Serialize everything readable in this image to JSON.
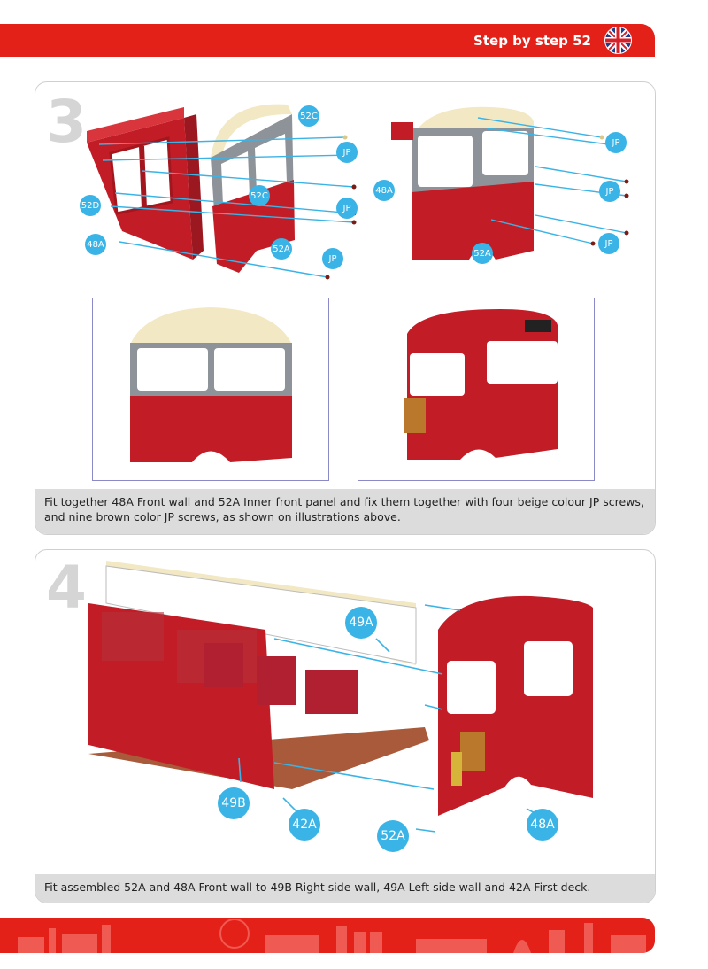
{
  "header": {
    "title": "Step by step 52"
  },
  "step3": {
    "number": "3",
    "labels": {
      "52C": "52C",
      "JP": "JP",
      "52D": "52D",
      "48A": "48A",
      "52A": "52A"
    },
    "caption": "Fit together 48A Front wall and 52A Inner front panel and fix them together with four beige colour JP screws, and nine brown color JP screws, as shown on illustrations above."
  },
  "step4": {
    "number": "4",
    "labels": {
      "49A": "49A",
      "49B": "49B",
      "42A": "42A",
      "52A": "52A",
      "48A": "48A"
    },
    "caption": "Fit assembled 52A and 48A Front wall to 49B Right side wall, 49A Left side wall and 42A First deck."
  },
  "colors": {
    "brand_red": "#e32119",
    "callout_blue": "#3ab3e6",
    "bus_red": "#c8202a",
    "cream": "#f3e8c4"
  }
}
